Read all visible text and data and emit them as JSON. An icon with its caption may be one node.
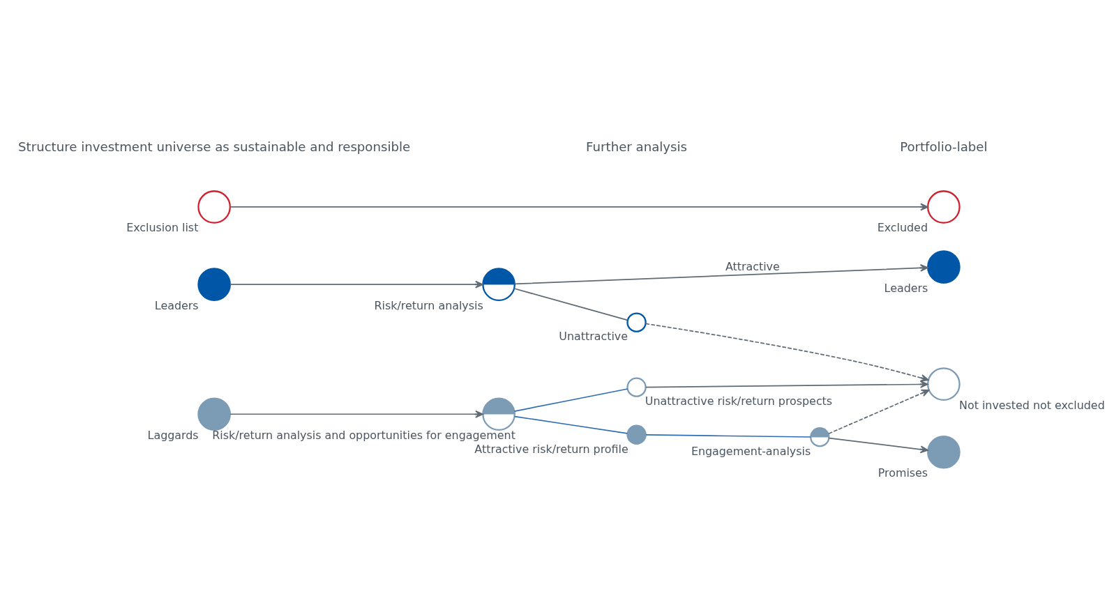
{
  "diagram": {
    "nodes": [
      {
        "text": [],
        "shape": "circle",
        "beside": [
          "Leaders"
        ]
      },
      {
        "text": [],
        "shape": "circle",
        "beside": [
          "Laggards"
        ]
      },
      {
        "text": [],
        "shape": "circle",
        "beside": [
          "Exclusion list"
        ]
      },
      {
        "text": [],
        "shape": "circle",
        "beside": [
          "Risk/return analysis"
        ]
      },
      {
        "text": [],
        "shape": "circle",
        "beside": [
          "Unattractive"
        ]
      },
      {
        "text": [],
        "shape": "circle",
        "beside": [
          "Risk/return analysis and opportunities for engagement"
        ]
      },
      {
        "text": [],
        "shape": "circle",
        "beside": [
          "Attractive risk/return profile"
        ]
      },
      {
        "text": [],
        "shape": "circle",
        "beside": [
          "Engagement-analysis"
        ]
      },
      {
        "text": [],
        "shape": "circle",
        "beside": [
          "Unattractive risk/return prospects"
        ]
      },
      {
        "text": [],
        "shape": "circle",
        "beside": [
          "Leaders"
        ]
      },
      {
        "text": [],
        "shape": "circle",
        "beside": [
          "Promises"
        ]
      },
      {
        "text": [],
        "shape": "circle",
        "beside": [
          "Not invested not excluded"
        ]
      },
      {
        "text": [],
        "shape": "circle",
        "beside": [
          "Excluded"
        ]
      }
    ],
    "edges": [
      {
        "from": 0,
        "to": 3,
        "arrow": "to"
      },
      {
        "from": 3,
        "to": 9,
        "arrow": "to",
        "label": "Attractive"
      },
      {
        "from": 3,
        "to": 4,
        "arrow": "none"
      },
      {
        "from": 4,
        "to": 11,
        "arrow": "to",
        "style": "dashed"
      },
      {
        "from": 1,
        "to": 5,
        "arrow": "to"
      },
      {
        "from": 5,
        "to": 6,
        "arrow": "none",
        "color": "#2e6db4"
      },
      {
        "from": 6,
        "to": 7,
        "arrow": "none",
        "color": "#2e6db4"
      },
      {
        "from": 7,
        "to": 10,
        "arrow": "to"
      },
      {
        "from": 7,
        "to": 11,
        "arrow": "to",
        "style": "dashed"
      },
      {
        "from": 5,
        "to": 8,
        "arrow": "none",
        "color": "#2e6db4"
      },
      {
        "from": 8,
        "to": 11,
        "arrow": "to"
      },
      {
        "from": 2,
        "to": 12,
        "arrow": "to"
      }
    ],
    "labels": [
      "Structure investment universe as sustainable and responsible",
      "Further analysis",
      "Portfolio-label"
    ]
  }
}
